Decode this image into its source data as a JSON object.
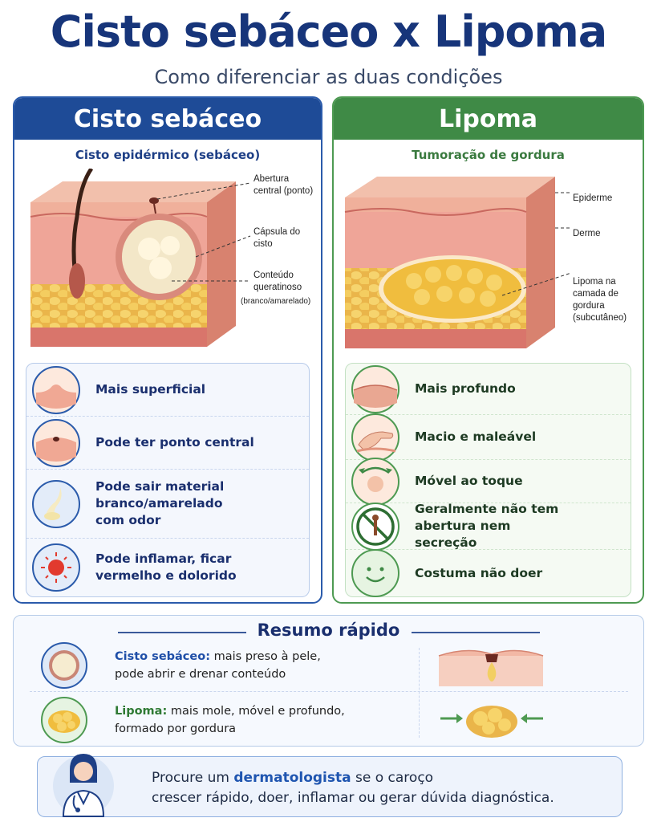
{
  "title": "Cisto sebáceo x Lipoma",
  "subtitle": "Como diferenciar as duas condições",
  "cyst": {
    "header": "Cisto sebáceo",
    "subheader": "Cisto epidérmico (sebáceo)",
    "annotations": {
      "opening": "Abertura central (ponto)",
      "capsule": "Cápsula do cisto",
      "content": "Conteúdo queratinoso",
      "content_note": "(branco/amarelado)"
    },
    "features": [
      {
        "icon": "superficial-bump-icon",
        "text": "Mais superficial"
      },
      {
        "icon": "central-pore-icon",
        "text": "Pode ter ponto central"
      },
      {
        "icon": "discharge-drop-icon",
        "text": "Pode sair material branco/amarelado com odor"
      },
      {
        "icon": "inflamed-red-icon",
        "text": "Pode inflamar, ficar vermelho e dolorido"
      }
    ]
  },
  "lipoma": {
    "header": "Lipoma",
    "subheader": "Tumoração de gordura",
    "annotations": {
      "epidermis": "Epiderme",
      "dermis": "Derme",
      "lipoma": "Lipoma na camada de gordura (subcutâneo)"
    },
    "features": [
      {
        "icon": "deep-bump-icon",
        "text": "Mais profundo"
      },
      {
        "icon": "soft-press-hand-icon",
        "text": "Macio e maleável"
      },
      {
        "icon": "mobile-touch-icon",
        "text": "Móvel ao toque"
      },
      {
        "icon": "no-discharge-icon",
        "text": "Geralmente não tem abertura nem secreção"
      },
      {
        "icon": "smiley-face-icon",
        "text": "Costuma não doer"
      }
    ]
  },
  "summary": {
    "title": "Resumo rápido",
    "cyst_label": "Cisto sebáceo:",
    "cyst_text_1": " mais preso à pele,",
    "cyst_text_2": "pode abrir e drenar conteúdo",
    "lipoma_label": "Lipoma:",
    "lipoma_text_1": " mais mole, móvel e profundo,",
    "lipoma_text_2": "formado por gordura"
  },
  "footer": {
    "text_before": "Procure um ",
    "highlight": "dermatologista",
    "text_after_1": " se o caroço",
    "text_after_2": "crescer rápido, doer, inflamar ou gerar dúvida diagnóstica."
  },
  "colors": {
    "title": "#17357a",
    "cyst_accent": "#1e4b97",
    "lipoma_accent": "#3f8a46",
    "fat": "#f0c24a",
    "skin": "#f3b9a6"
  }
}
